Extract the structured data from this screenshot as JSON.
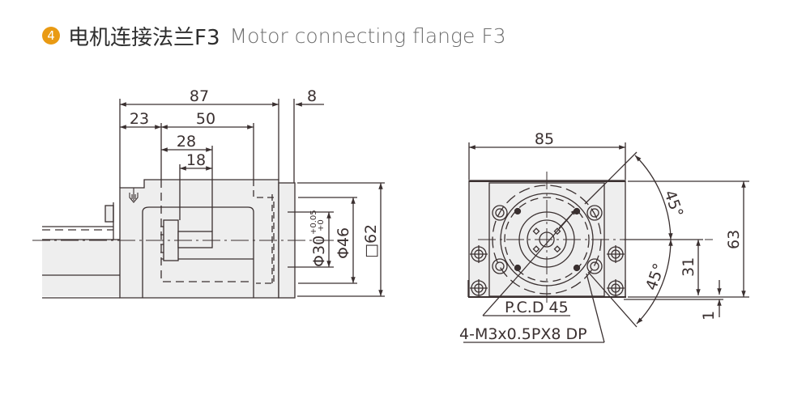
{
  "header": {
    "badge_number": "4",
    "title_cn": "电机连接法兰F3",
    "title_en": "Motor connecting flange F3",
    "accent_color": "#e99a13"
  },
  "side_view": {
    "dimensions": {
      "overall_length": "87",
      "flange_thickness": "8",
      "offset_left": "23",
      "inner_length": "50",
      "shaft_depth": "28",
      "shaft_length": "18",
      "bore_diameter": "Φ30",
      "bore_tolerance_upper": "+0.05",
      "bore_tolerance_lower": "+0",
      "pilot_diameter": "Φ46",
      "square_size": "□62"
    }
  },
  "front_view": {
    "dimensions": {
      "width": "85",
      "height": "63",
      "center_height": "31",
      "base_offset": "1",
      "angle_top": "45°",
      "angle_bottom": "45°"
    },
    "callouts": {
      "pcd": "P.C.D 45",
      "thread_spec": "4-M3x0.5PX8 DP"
    }
  },
  "colors": {
    "line": "#3a3030",
    "fill": "#eeeeee"
  }
}
